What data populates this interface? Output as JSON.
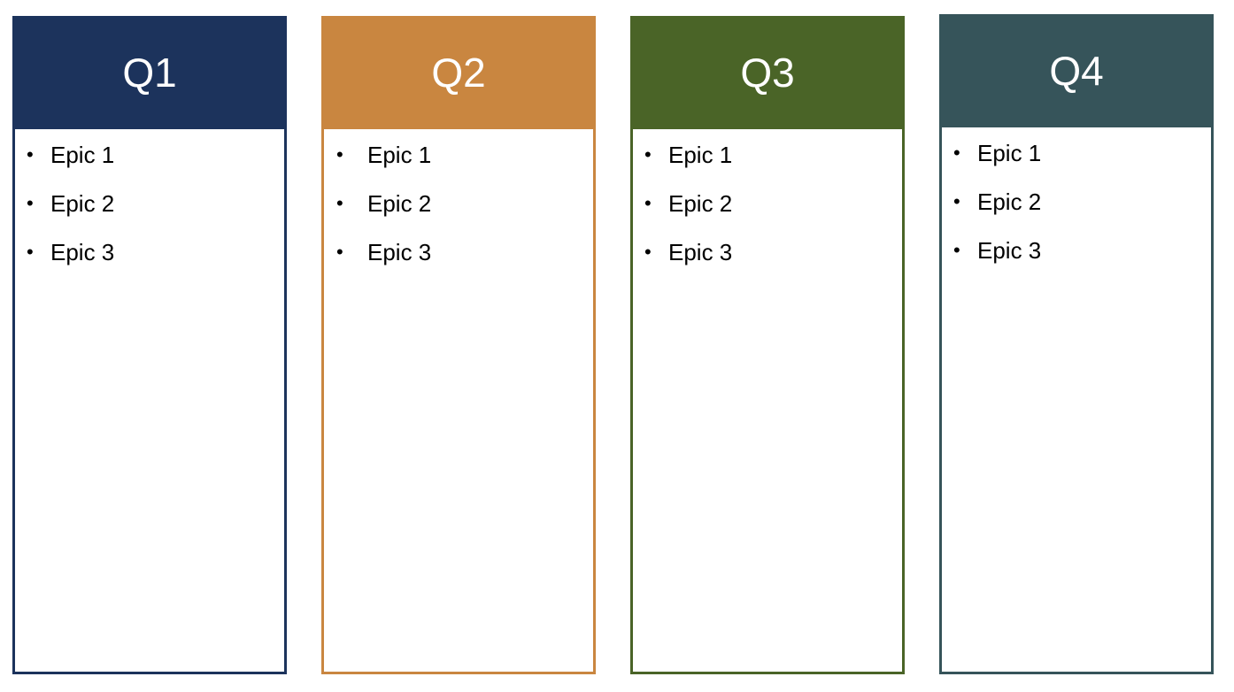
{
  "columns": [
    {
      "title": "Q1",
      "color": "#1c335c",
      "items": [
        "Epic 1",
        "Epic 2",
        "Epic 3"
      ]
    },
    {
      "title": "Q2",
      "color": "#c98640",
      "items": [
        "Epic 1",
        "Epic 2",
        "Epic 3"
      ]
    },
    {
      "title": "Q3",
      "color": "#4a6427",
      "items": [
        "Epic 1",
        "Epic 2",
        "Epic 3"
      ]
    },
    {
      "title": "Q4",
      "color": "#36545a",
      "items": [
        "Epic 1",
        "Epic 2",
        "Epic 3"
      ]
    }
  ],
  "bullet_glyph": "•"
}
